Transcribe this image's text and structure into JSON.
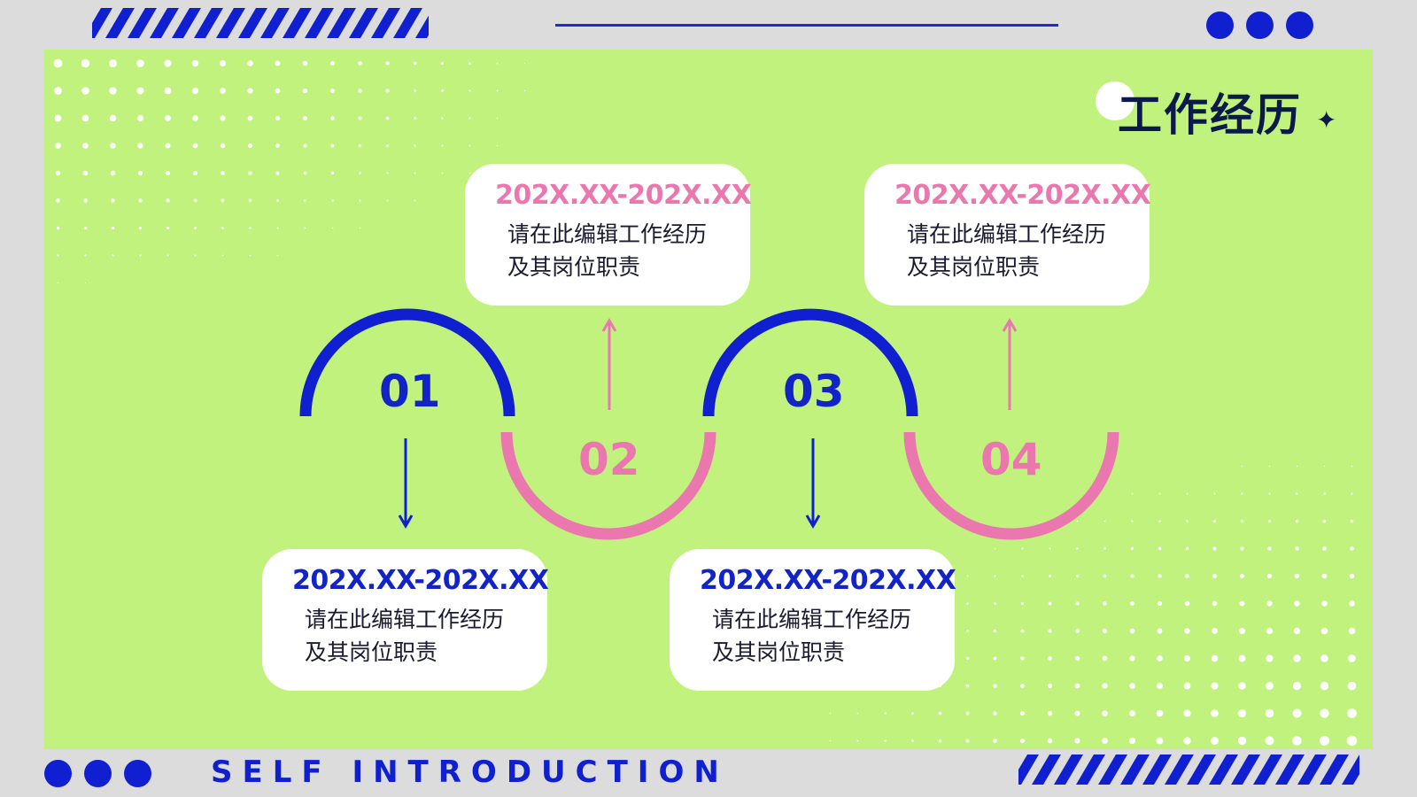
{
  "header": {
    "title": "工作经历",
    "sparkle_icon": "four-point-star-icon"
  },
  "colors": {
    "panel": "#c2f27e",
    "blue": "#1020d0",
    "pink": "#ea78ae",
    "navy": "#0c1a4a",
    "background": "#dcdcdc"
  },
  "timeline": {
    "steps": [
      {
        "number": "01",
        "date": "202X.XX-202X.XX",
        "description": "请在此编辑工作经历及其岗位职责",
        "color": "blue"
      },
      {
        "number": "02",
        "date": "202X.XX-202X.XX",
        "description": "请在此编辑工作经历及其岗位职责",
        "color": "pink"
      },
      {
        "number": "03",
        "date": "202X.XX-202X.XX",
        "description": "请在此编辑工作经历及其岗位职责",
        "color": "blue"
      },
      {
        "number": "04",
        "date": "202X.XX-202X.XX",
        "description": "请在此编辑工作经历及其岗位职责",
        "color": "pink"
      }
    ]
  },
  "footer": {
    "text": "SELF INTRODUCTION"
  }
}
